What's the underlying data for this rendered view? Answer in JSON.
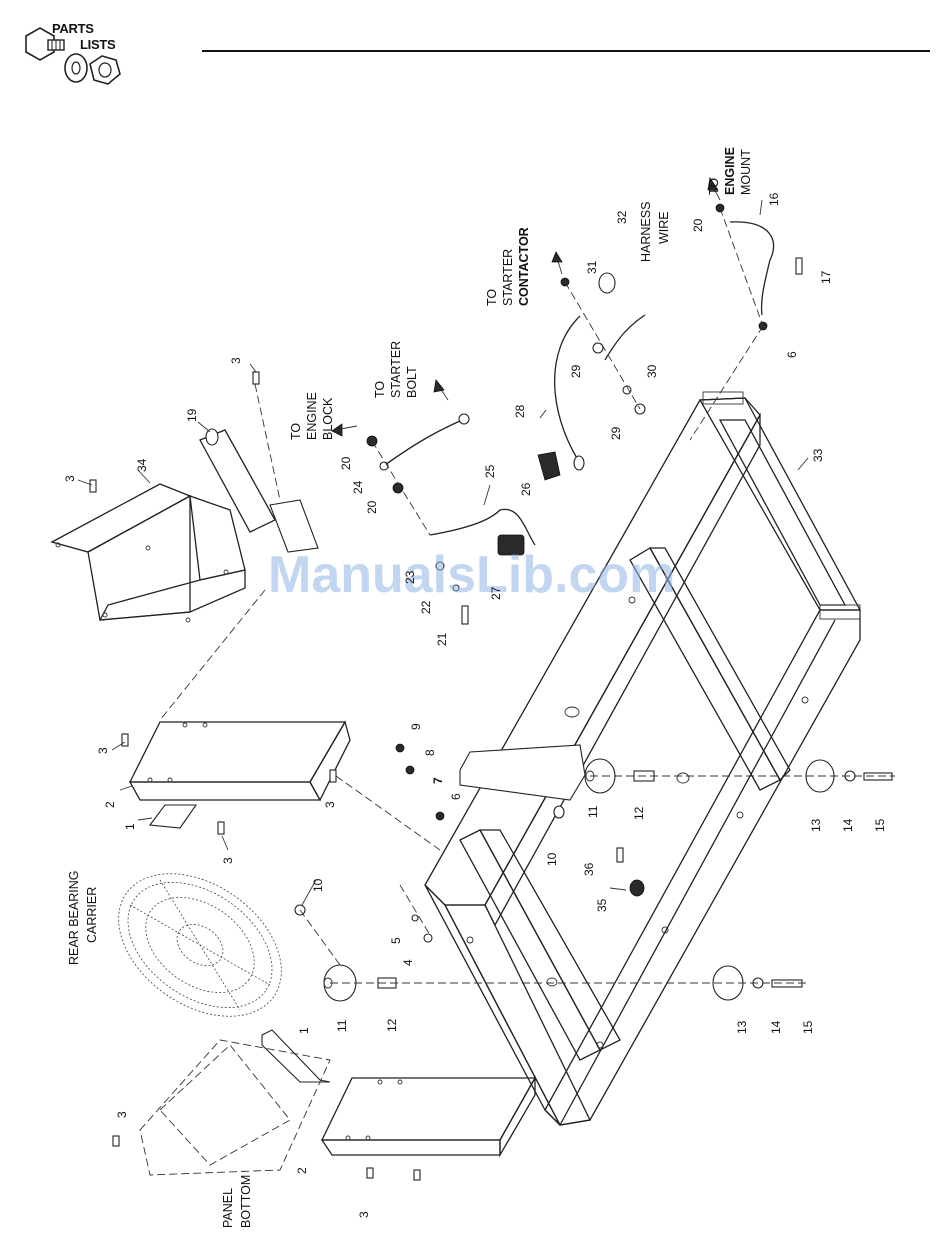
{
  "header": {
    "logo_line1": "PARTS",
    "logo_line2": "LISTS"
  },
  "watermark": "ManualsLib.com",
  "labels": {
    "to_engine_block": [
      "TO",
      "ENGINE",
      "BLOCK"
    ],
    "to_starter_bolt": [
      "TO",
      "STARTER",
      "BOLT"
    ],
    "to_starter_contactor": [
      "TO",
      "STARTER",
      "CONTACTOR"
    ],
    "harness_wire": [
      "HARNESS",
      "WIRE"
    ],
    "to_engine_mount": [
      "TO",
      "ENGINE",
      "MOUNT"
    ],
    "rear_bearing_carrier": [
      "REAR BEARING",
      "CARRIER"
    ],
    "panel_bottom": [
      "PANEL",
      "BOTTOM"
    ]
  },
  "callouts": {
    "c1a": "1",
    "c1b": "1",
    "c2a": "2",
    "c2b": "2",
    "c3a": "3",
    "c3b": "3",
    "c3c": "3",
    "c3d": "3",
    "c3e": "3",
    "c3f": "3",
    "c3g": "3",
    "c4": "4",
    "c5": "5",
    "c6a": "6",
    "c6b": "6",
    "c7": "7",
    "c8": "8",
    "c9": "9",
    "c10a": "10",
    "c10b": "10",
    "c11a": "11",
    "c11b": "11",
    "c12a": "12",
    "c12b": "12",
    "c13a": "13",
    "c13b": "13",
    "c14a": "14",
    "c14b": "14",
    "c15a": "15",
    "c15b": "15",
    "c16": "16",
    "c17": "17",
    "c19": "19",
    "c20a": "20",
    "c20b": "20",
    "c20c": "20",
    "c21": "21",
    "c22": "22",
    "c23": "23",
    "c24": "24",
    "c25": "25",
    "c26": "26",
    "c27": "27",
    "c28": "28",
    "c29a": "29",
    "c29b": "29",
    "c30": "30",
    "c31": "31",
    "c32": "32",
    "c33": "33",
    "c34": "34",
    "c35": "35",
    "c36": "36"
  }
}
